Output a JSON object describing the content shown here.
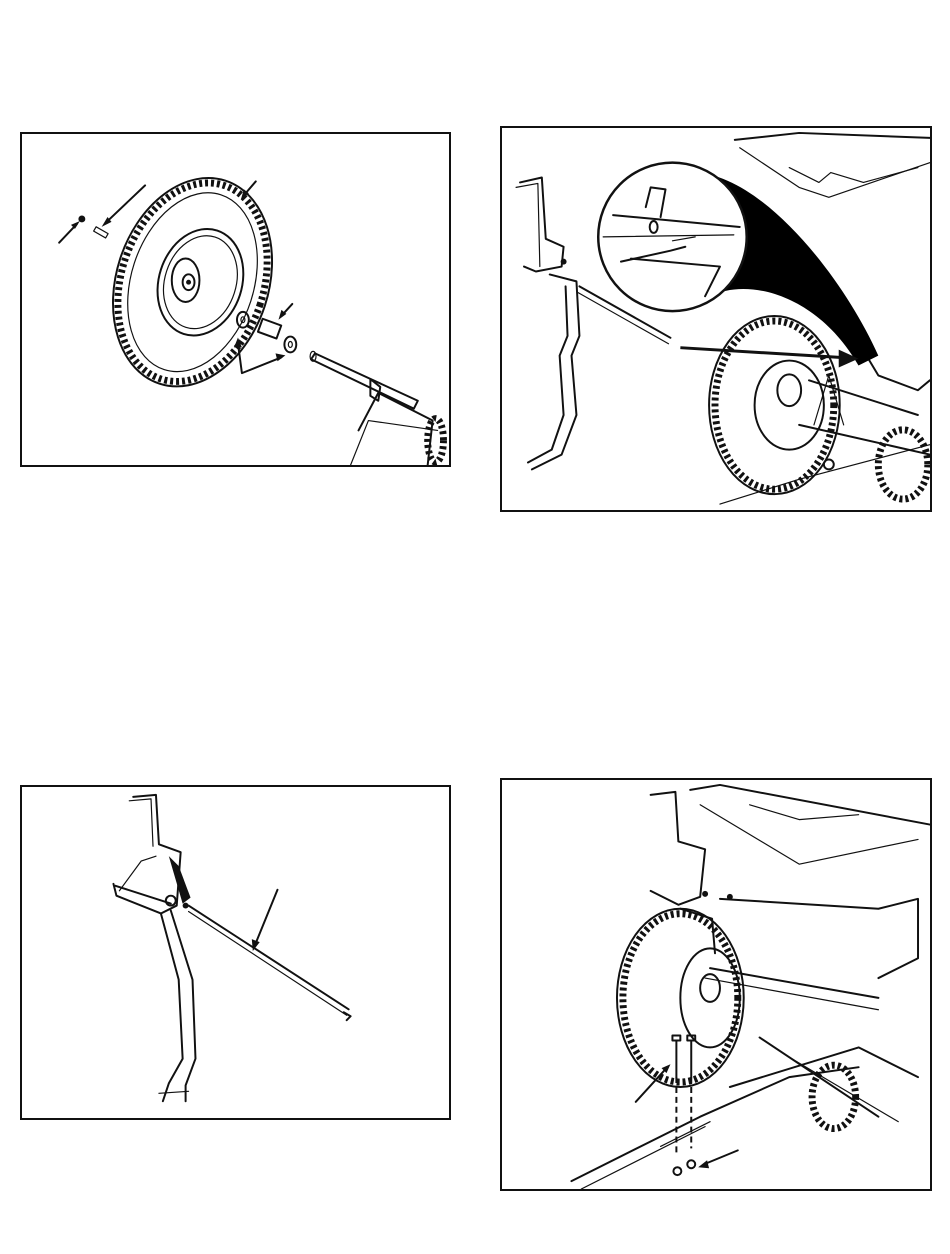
{
  "page": {
    "description_visible_text": ""
  },
  "figures": [
    {
      "id": "figure-wheel-assembly",
      "icon": "wheel-exploded-diagram"
    },
    {
      "id": "figure-rod-insertion-detail",
      "icon": "magnified-detail-diagram"
    },
    {
      "id": "figure-handle-and-rod",
      "icon": "handle-rod-diagram"
    },
    {
      "id": "figure-bolt-attachment",
      "icon": "bolt-attachment-diagram"
    }
  ],
  "colors": {
    "line": "#111111",
    "background": "#ffffff",
    "fill_dark": "#000000"
  }
}
